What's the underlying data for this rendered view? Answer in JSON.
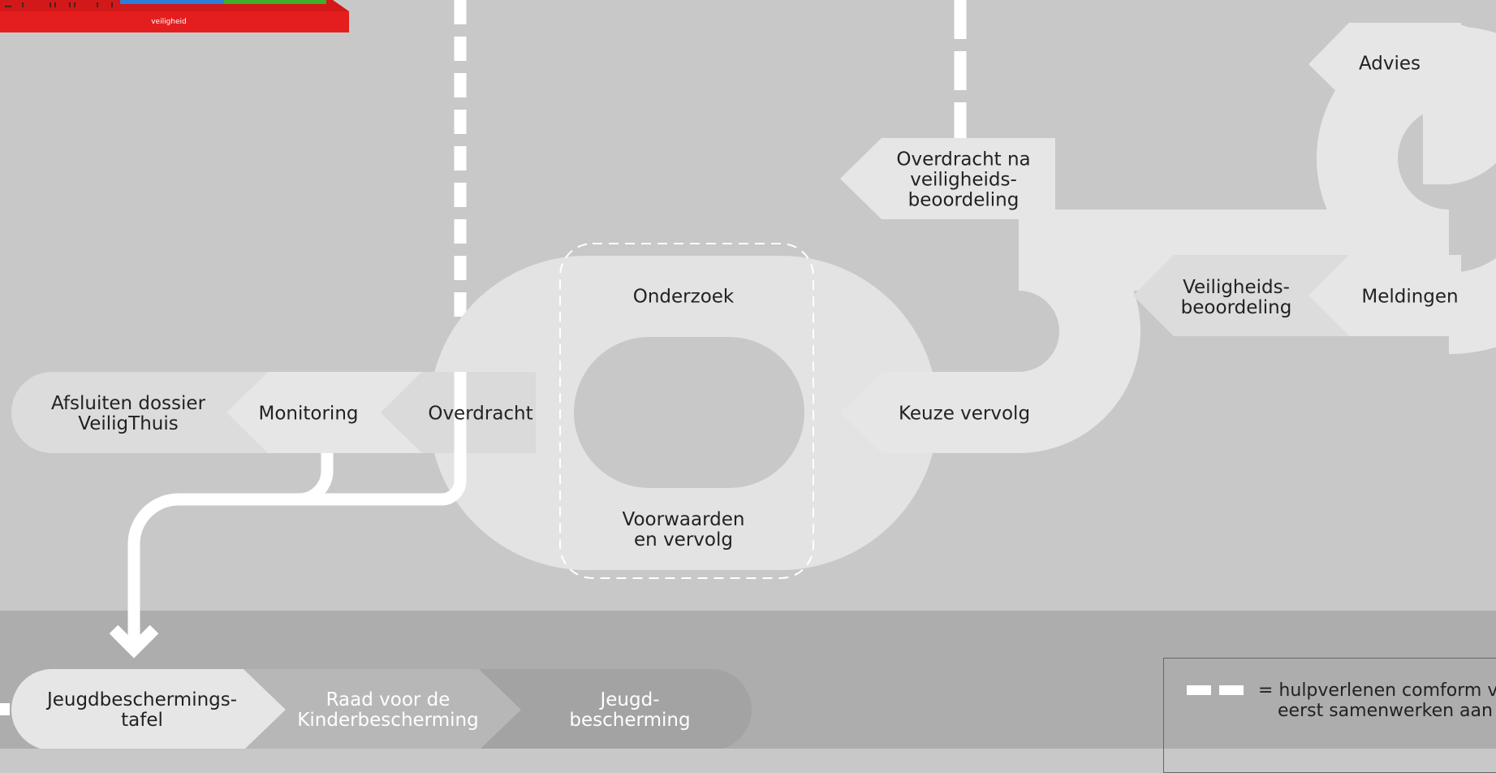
{
  "colors": {
    "background": "#c8c8c8",
    "bottom_band": "#adadad",
    "pill_light": "#e6e6e6",
    "pill_mid": "#dadada",
    "pill_dark": "#a3a3a3",
    "arrow": "#ffffff",
    "legend_red": "#e41e1e",
    "legend_blue": "#2b7fd8",
    "legend_green": "#3fae2a"
  },
  "thumbnail": {
    "label": "veiligheid"
  },
  "nodes": {
    "advies": "Advies",
    "overdracht_na": [
      "Overdracht na",
      "veiligheids-",
      "beoordeling"
    ],
    "onderzoek": "Onderzoek",
    "veiligheidsbeoordeling": [
      "Veiligheids-",
      "beoordeling"
    ],
    "meldingen": "Meldingen",
    "keuze_vervolg": "Keuze vervolg",
    "afsluiten": [
      "Afsluiten dossier",
      "VeiligThuis"
    ],
    "monitoring": "Monitoring",
    "overdracht": "Overdracht",
    "voorwaarden": [
      "Voorwaarden",
      "en vervolg"
    ]
  },
  "bottom_chain": {
    "jeugdbeschermingstafel": [
      "Jeugdbeschermings-",
      "tafel"
    ],
    "raad": [
      "Raad voor de",
      "Kinderbescherming"
    ],
    "jeugdbescherming": [
      "Jeugd-",
      "bescherming"
    ]
  },
  "legend": {
    "lines": [
      "= hulpverlenen comform v",
      "eerst samenwerken aan"
    ],
    "swatch_icon": "dashed-line-icon"
  }
}
